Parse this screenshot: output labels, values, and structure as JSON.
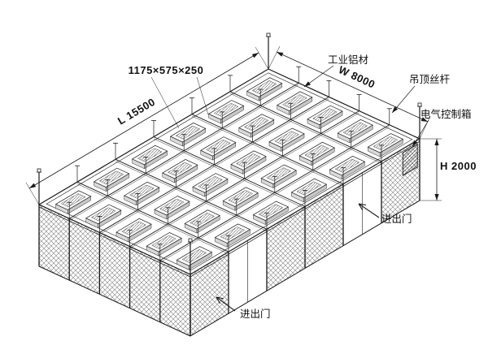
{
  "diagram": {
    "dimensions": {
      "length": "L 15500",
      "width": "W 8000",
      "height": "H 2000",
      "unit_size": "1175×575×250"
    },
    "annotations": {
      "aluminum_profile": "工业铝材",
      "ceiling_screw_rod": "吊顶丝杆",
      "electric_control_box": "电气控制箱",
      "door_side": "进出门",
      "door_front": "进出门"
    },
    "colors": {
      "line": "#1a1a1a",
      "mesh": "#7d7d7d",
      "background": "#ffffff"
    }
  }
}
